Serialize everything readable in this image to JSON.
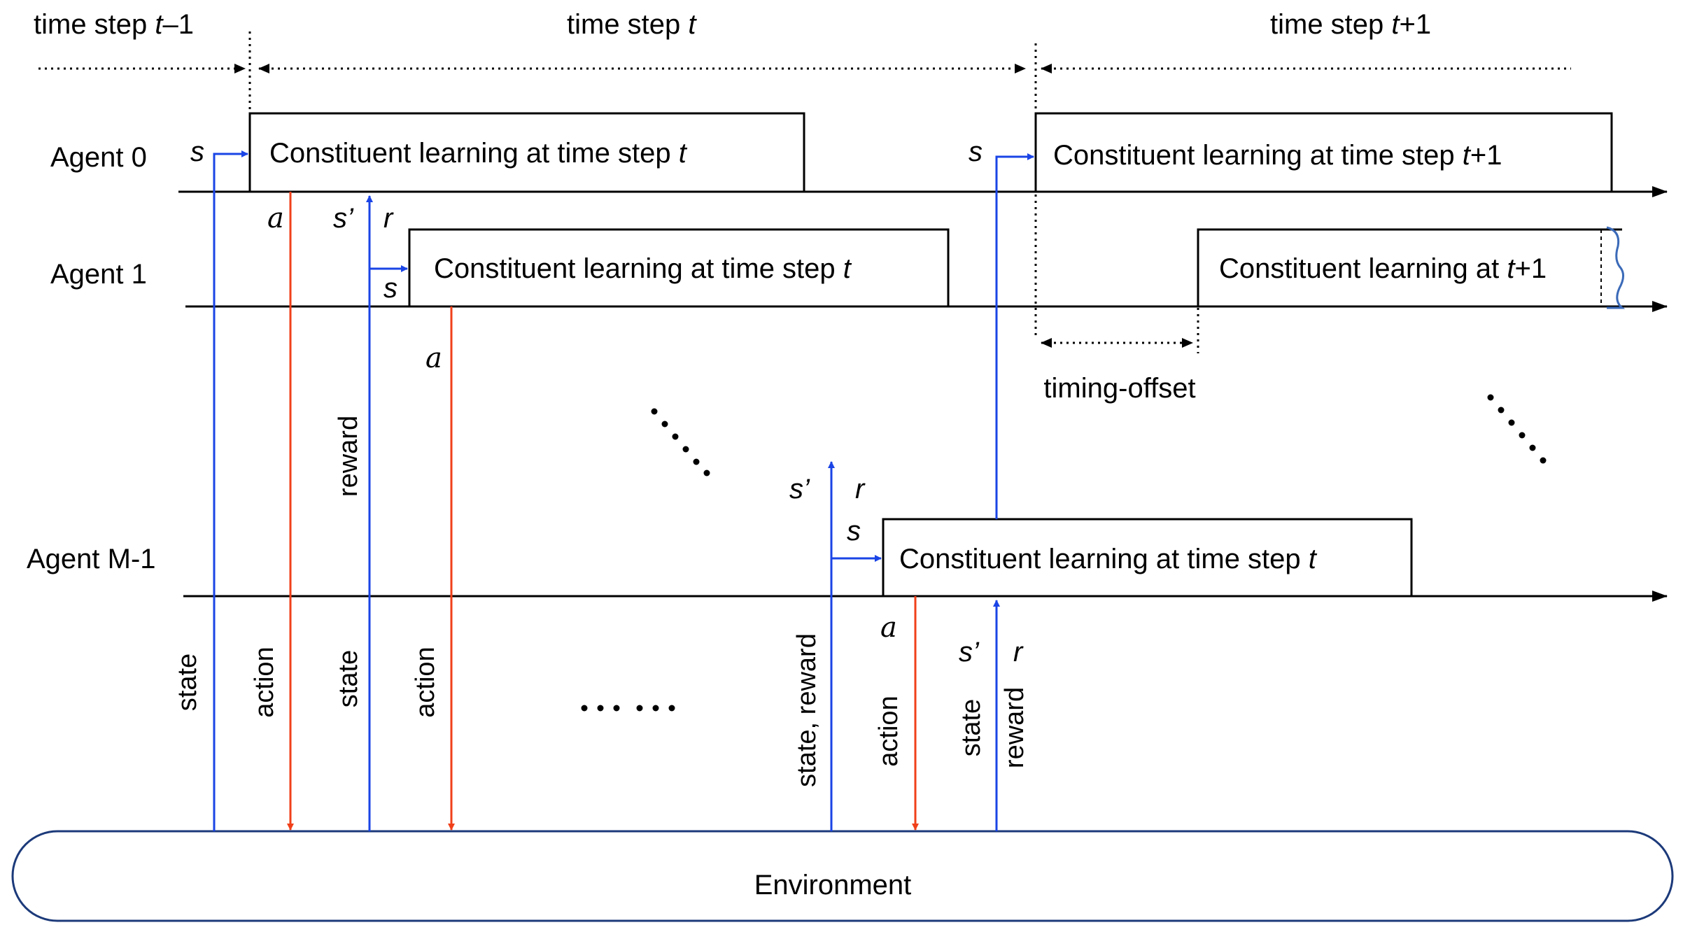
{
  "diagram": {
    "time_steps": {
      "prev": {
        "text": "time step ",
        "var": "t",
        "suffix": "–1"
      },
      "curr": {
        "text": "time step ",
        "var": "t",
        "suffix": ""
      },
      "next": {
        "text": "time step ",
        "var": "t",
        "suffix": "+1"
      }
    },
    "agents": {
      "a0": "Agent 0",
      "a1": "Agent 1",
      "am": "Agent M-1"
    },
    "boxes": {
      "a0_t": {
        "text": "Constituent learning at time step ",
        "var": "t",
        "suffix": ""
      },
      "a0_t1": {
        "text": "Constituent learning at time step ",
        "var": "t",
        "suffix": "+1"
      },
      "a1_t": {
        "text": "Constituent learning at time step ",
        "var": "t",
        "suffix": ""
      },
      "a1_t1": {
        "text": "Constituent learning at ",
        "var": "t",
        "suffix": "+1"
      },
      "am_t": {
        "text": "Constituent learning at time step ",
        "var": "t",
        "suffix": ""
      }
    },
    "symbols": {
      "s": "s",
      "a": "a",
      "s_prime": "s’",
      "r": "r"
    },
    "vertical_labels": {
      "state": "state",
      "action": "action",
      "reward": "reward",
      "state_reward": "state, reward"
    },
    "timing_offset": "timing-offset",
    "ellipsis_h": "…… ",
    "environment": "Environment",
    "colors": {
      "state_arrow": "#1a44e6",
      "action_arrow": "#f0401a"
    }
  }
}
